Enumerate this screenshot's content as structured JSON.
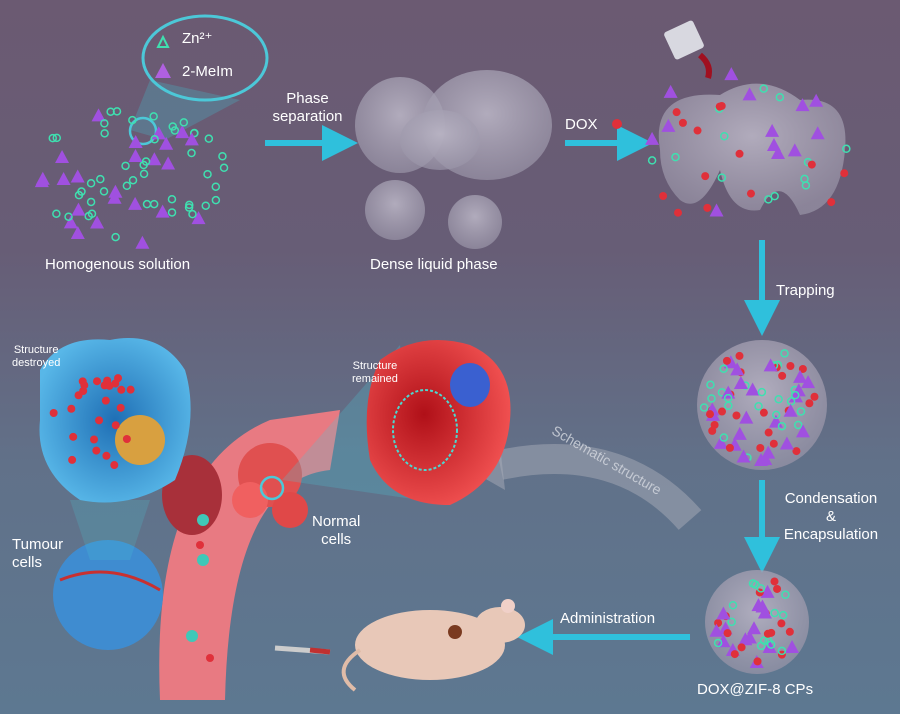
{
  "legend": {
    "zn": "Zn²⁺",
    "meim": "2-MeIm"
  },
  "steps": {
    "phase_separation_1": "Phase",
    "phase_separation_2": "separation",
    "dox": "DOX",
    "homogenous": "Homogenous solution",
    "dense": "Dense liquid phase",
    "trapping": "Trapping",
    "condensation": "Condensation",
    "amp": "&",
    "encapsulation": "Encapsulation",
    "product": "DOX@ZIF-8 CPs",
    "administration": "Administration",
    "schematic": "Schematic structure"
  },
  "cells": {
    "tumour_1": "Tumour",
    "tumour_2": "cells",
    "normal_1": "Normal",
    "normal_2": "cells",
    "destroyed_1": "Structure",
    "destroyed_2": "destroyed",
    "remained_1": "Structure",
    "remained_2": "remained"
  },
  "colors": {
    "arrow": "#2fc0dc",
    "dox": "#e0303a",
    "zn": "#3fe0b0",
    "meim": "#a050e0"
  }
}
